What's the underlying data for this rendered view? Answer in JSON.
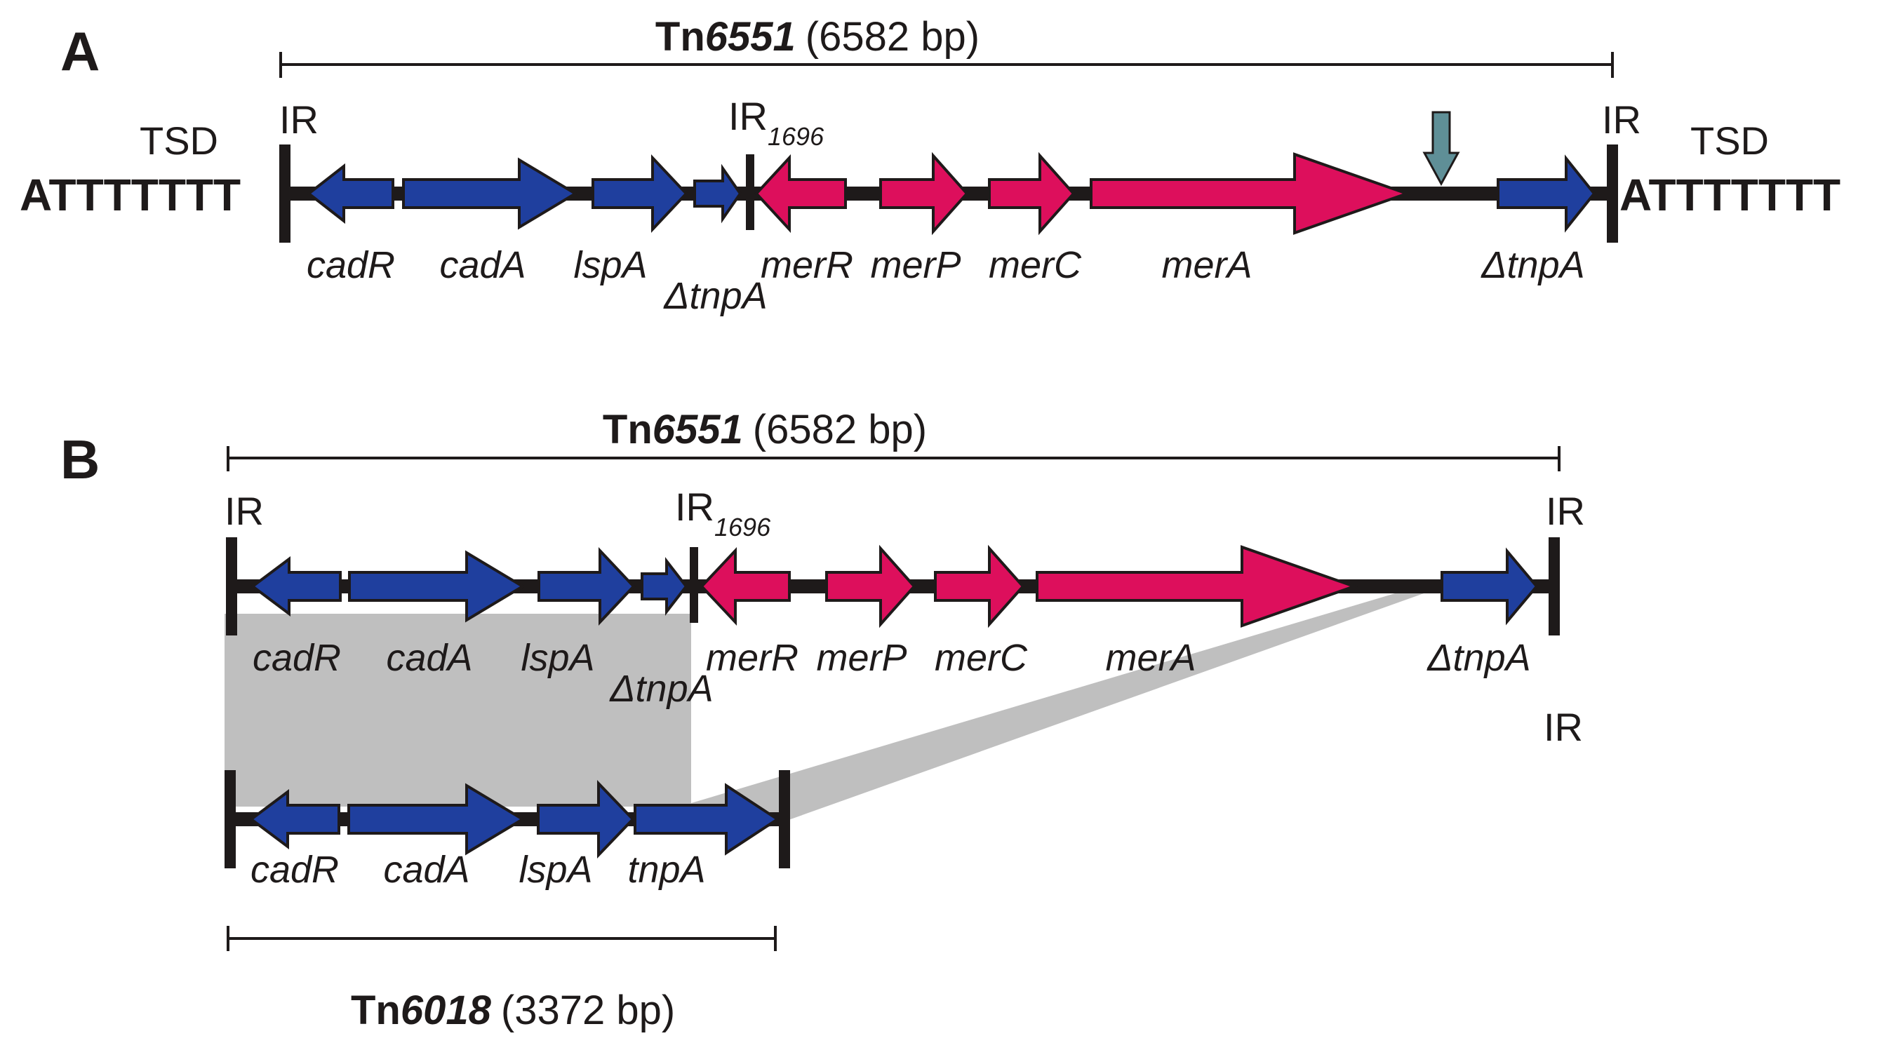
{
  "colors": {
    "blue": "#1f3f9e",
    "pink": "#dd0f5c",
    "line": "#1e1a1a",
    "shade": "#bfbfbf",
    "insertion_arrow": "#5f8f97"
  },
  "panel_a": {
    "letter": "A",
    "title_bold": "Tn",
    "title_number": "6551",
    "title_size": "(6582 bp)",
    "tsd_left_label": "TSD",
    "tsd_left_seq": "ATTTTTTT",
    "tsd_right_label": "TSD",
    "tsd_right_seq": "ATTTTTTT",
    "ir_left": "IR",
    "ir_mid": "IR",
    "ir_mid_sub": "1696",
    "ir_right": "IR",
    "genes": [
      "cadR",
      "cadA",
      "lspA",
      "ΔtnpA",
      "merR",
      "merP",
      "merC",
      "merA",
      "ΔtnpA"
    ],
    "insertion_arrow_icon": "down-arrow-icon"
  },
  "panel_b": {
    "letter": "B",
    "title_bold": "Tn",
    "title_number": "6551",
    "title_size": "(6582 bp)",
    "ir_left": "IR",
    "ir_mid": "IR",
    "ir_mid_sub": "1696",
    "ir_right": "IR",
    "ir_lower_right": "IR",
    "genes_top": [
      "cadR",
      "cadA",
      "lspA",
      "ΔtnpA",
      "merR",
      "merP",
      "merC",
      "merA",
      "ΔtnpA"
    ],
    "genes_bottom": [
      "cadR",
      "cadA",
      "lspA",
      "tnpA"
    ],
    "bottom_title_bold": "Tn",
    "bottom_title_number": "6018",
    "bottom_title_size": "(3372 bp)"
  }
}
